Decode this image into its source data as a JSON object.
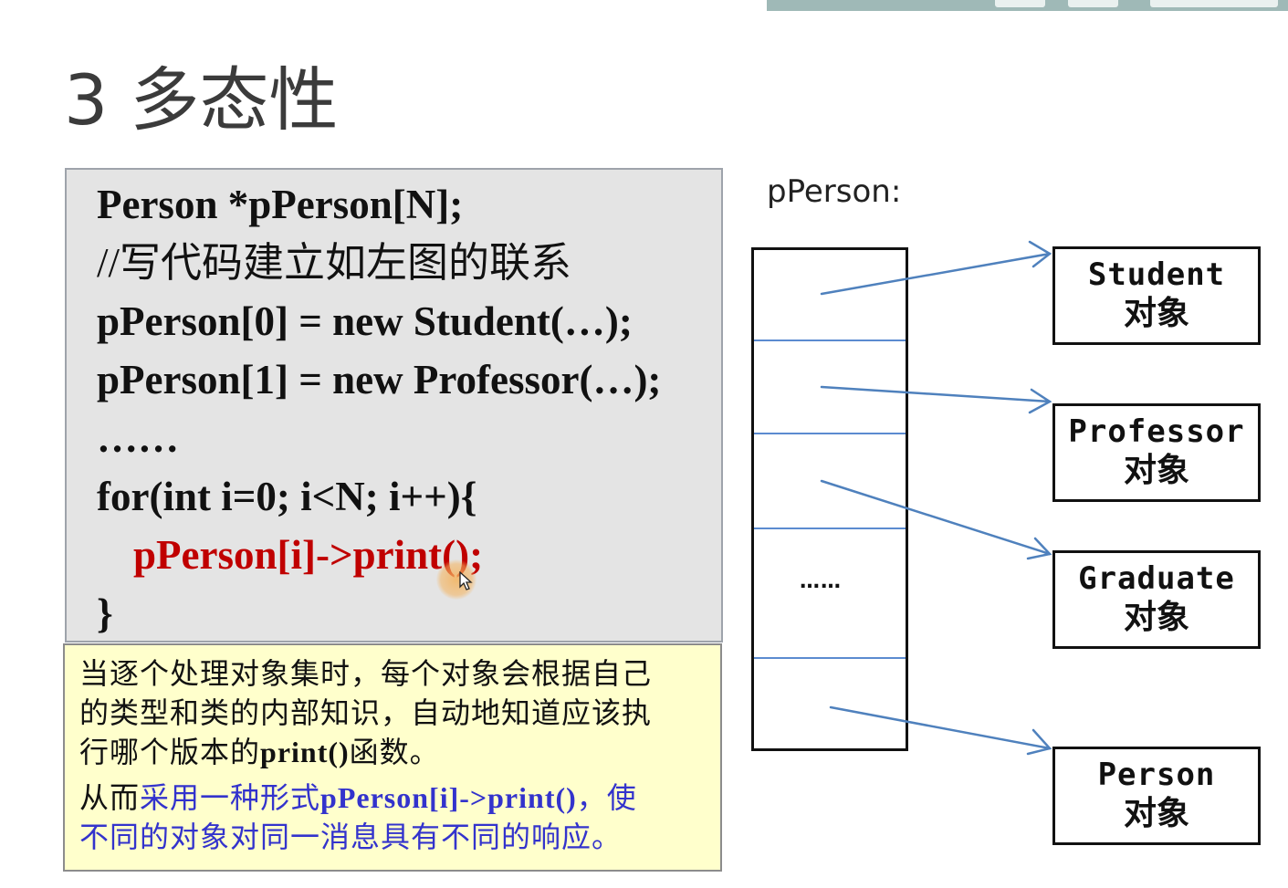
{
  "slide": {
    "title": "3 多态性"
  },
  "code": {
    "line1": "Person *pPerson[N];",
    "line2": "//写代码建立如左图的联系",
    "line3": "pPerson[0] = new Student(…);",
    "line4": "pPerson[1] = new Professor(…);",
    "line5": "……",
    "line6": "for(int i=0; i<N; i++){",
    "line7": "pPerson[i]->print();",
    "line8": "}"
  },
  "note": {
    "p1_line1": "当逐个处理对象集时，每个对象会根据自己",
    "p1_line2": "的类型和类的内部知识，自动地知道应该执",
    "p1_line3_a": "行哪个版本的",
    "p1_line3_b": "print()",
    "p1_line3_c": "函数。",
    "p2_line1_a": "从而",
    "p2_line1_b": "采用一种形式",
    "p2_line1_c": "pPerson[i]->print()",
    "p2_line1_d": "，使",
    "p2_line2": "不同的对象对同一消息具有不同的响应。"
  },
  "diagram": {
    "array_label": "pPerson:",
    "ellipsis": "……",
    "objects": [
      {
        "name": "Student",
        "word": "对象"
      },
      {
        "name": "Professor",
        "word": "对象"
      },
      {
        "name": "Graduate",
        "word": "对象"
      },
      {
        "name": "Person",
        "word": "对象"
      }
    ]
  },
  "colors": {
    "code_highlight": "#c00000",
    "note_emphasis": "#3333cc",
    "arrow": "#4f81bd"
  }
}
